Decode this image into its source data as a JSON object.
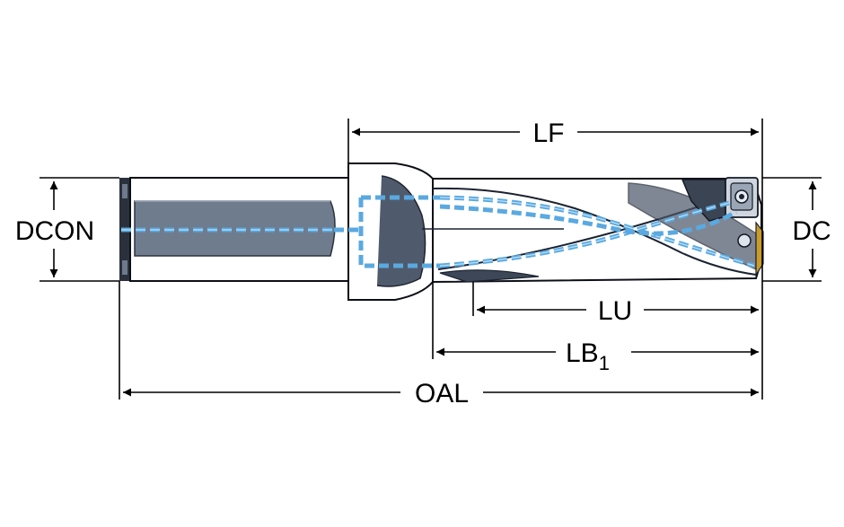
{
  "dimensions": {
    "lf": "LF",
    "dcon": "DCON",
    "dc": "DC",
    "lu": "LU",
    "lb_main": "LB",
    "lb_sub": "1",
    "oal": "OAL"
  },
  "colors": {
    "tool_body": "#5d6b7f",
    "tool_highlight": "#8c99ab",
    "tool_shadow": "#323b49",
    "coolant_channel": "#5aa9e0",
    "dimension_lines": "#000000",
    "insert_tip": "#c99b2a"
  }
}
